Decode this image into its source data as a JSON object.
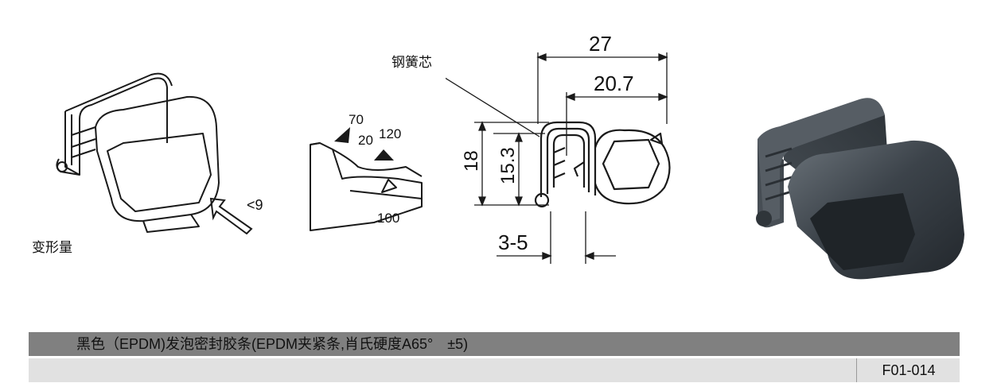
{
  "diagram": {
    "deformation_label": "变形量",
    "deformation_value": "<9",
    "angles": {
      "a70": "70",
      "a20": "20",
      "a120": "120",
      "a100": "100"
    },
    "core_label": "钢簧芯",
    "dims": {
      "width_total": "27",
      "width_inner": "20.7",
      "height_total": "18",
      "height_inner": "15.3",
      "grip_range": "3-5"
    }
  },
  "product": {
    "description": "黑色（EPDM)发泡密封胶条(EPDM夹紧条,肖氏硬度A65°　±5)",
    "code": "F01-014"
  },
  "colors": {
    "header_bar": "#808080",
    "footer_bar": "#e1e1e1",
    "render_body": "#3c434a"
  }
}
